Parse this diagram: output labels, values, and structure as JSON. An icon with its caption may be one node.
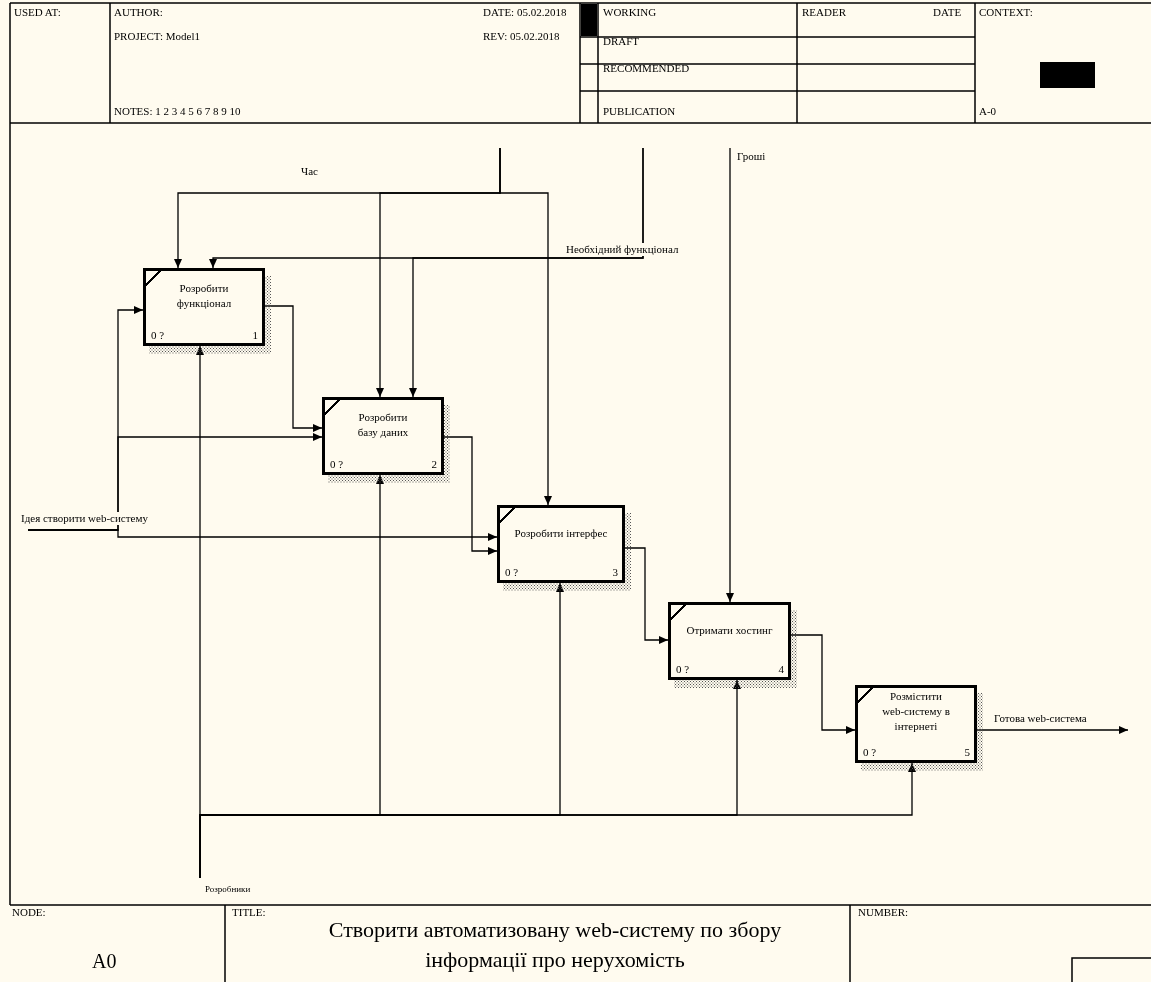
{
  "diagram": {
    "title": "Створити автоматизовану web-систему по збору інформації про нерухомість",
    "nodes": [
      {
        "text": [
          "Розробити функціонал",
          "0 ?",
          "1"
        ]
      },
      {
        "text": [
          "Розробити базу даних",
          "0 ?",
          "2"
        ]
      },
      {
        "text": [
          "Розробити інтерфес",
          "0 ?",
          "3"
        ]
      },
      {
        "text": [
          "Отримати хостинг",
          "0 ?",
          "4"
        ]
      },
      {
        "text": [
          "Розмістити web-систему в інтернеті",
          "0 ?",
          "5"
        ]
      }
    ],
    "edges": [
      {
        "from": null,
        "to": 0,
        "arrow": "to",
        "label": "Час"
      },
      {
        "from": null,
        "to": 1,
        "arrow": "to"
      },
      {
        "from": null,
        "to": 2,
        "arrow": "to"
      },
      {
        "from": null,
        "to": 0,
        "arrow": "to",
        "label": "Необхідний функціонал"
      },
      {
        "from": null,
        "to": 1,
        "arrow": "to"
      },
      {
        "from": null,
        "to": 3,
        "arrow": "to",
        "label": "Гроші"
      },
      {
        "from": null,
        "to": 0,
        "arrow": "to",
        "label": "Ідея створити web-систему"
      },
      {
        "from": null,
        "to": 1,
        "arrow": "to"
      },
      {
        "from": null,
        "to": 2,
        "arrow": "to"
      },
      {
        "from": 0,
        "to": 1,
        "arrow": "to"
      },
      {
        "from": 1,
        "to": 2,
        "arrow": "to"
      },
      {
        "from": 2,
        "to": 3,
        "arrow": "to"
      },
      {
        "from": 3,
        "to": 4,
        "arrow": "to"
      },
      {
        "from": 4,
        "to": null,
        "arrow": "to",
        "label": "Готова web-система"
      },
      {
        "from": null,
        "to": 0,
        "arrow": "to",
        "label": "Розробники"
      },
      {
        "from": null,
        "to": 1,
        "arrow": "to"
      },
      {
        "from": null,
        "to": 2,
        "arrow": "to"
      },
      {
        "from": null,
        "to": 3,
        "arrow": "to"
      },
      {
        "from": null,
        "to": 4,
        "arrow": "to"
      }
    ],
    "labels": [
      "USED AT:",
      "AUTHOR:",
      "DATE: 05.02.2018",
      "WORKING",
      "READER",
      "DATE",
      "CONTEXT:",
      "PROJECT: Model1",
      "REV: 05.02.2018",
      "DRAFT",
      "RECOMMENDED",
      "NOTES: 1 2 3 4 5 6 7 8 9 10",
      "PUBLICATION",
      "A-0",
      "NODE:",
      "TITLE:",
      "NUMBER:",
      "A0"
    ]
  }
}
